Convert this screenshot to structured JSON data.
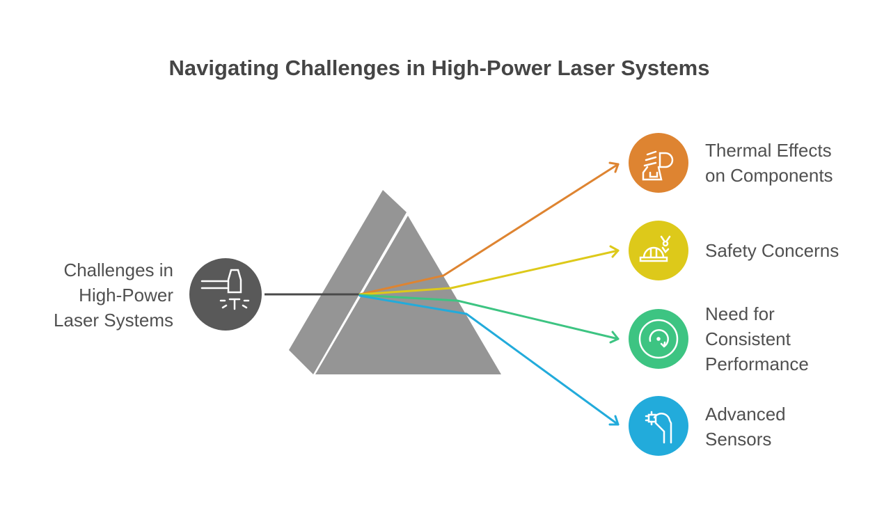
{
  "title": "Navigating Challenges in High-Power Laser Systems",
  "source": {
    "label": "Challenges in High-Power Laser Systems",
    "lines": [
      "Challenges in",
      "High-Power",
      "Laser Systems"
    ],
    "icon": "laser-emitter-icon",
    "color": "#595959"
  },
  "outputs": [
    {
      "lines": [
        "Thermal Effects",
        "on Components"
      ],
      "icon": "heat-lamp-icon",
      "color": "#DE8431"
    },
    {
      "lines": [
        "Safety Concerns"
      ],
      "icon": "hardhat-radiation-icon",
      "color": "#DDC91A"
    },
    {
      "lines": [
        "Need for",
        "Consistent",
        "Performance"
      ],
      "icon": "rotation-cycle-icon",
      "color": "#3DC482"
    },
    {
      "lines": [
        "Advanced",
        "Sensors"
      ],
      "icon": "hand-chip-sensor-icon",
      "color": "#22ABDB"
    }
  ],
  "prism_color": "#959595"
}
